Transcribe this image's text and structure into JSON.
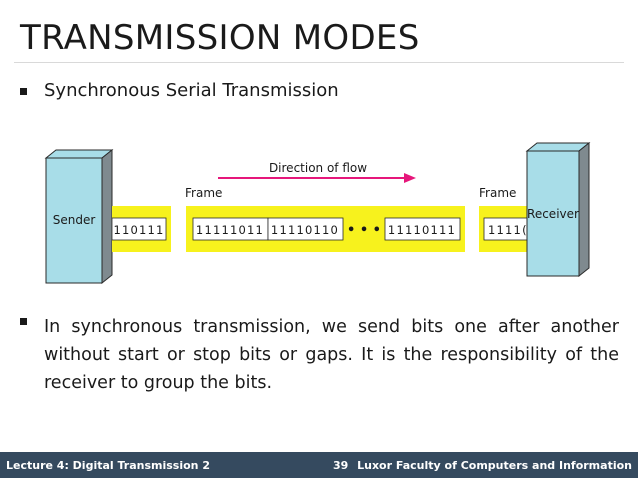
{
  "slide": {
    "title": "TRANSMISSION MODES",
    "bullets": [
      "Synchronous Serial Transmission",
      "In synchronous transmission, we send bits one after another without start or stop bits or gaps. It is the responsibility of the receiver to group the bits."
    ]
  },
  "diagram": {
    "sender_label": "Sender",
    "receiver_label": "Receiver",
    "direction_label": "Direction of flow",
    "frame_label_left": "Frame",
    "frame_label_right": "Frame",
    "left_partial_bits": "110111",
    "frame_bits": [
      "11111011",
      "11110110",
      "11110111"
    ],
    "ellipsis": "• • •",
    "right_partial_bits": "1111(",
    "colors": {
      "device": "#a8dde8",
      "device_shadow": "#7f8a8f",
      "frame": "#f7f21d",
      "arrow": "#e6177b"
    }
  },
  "footer": {
    "lecture": "Lecture 4: Digital Transmission  2",
    "page": "39",
    "institution": "Luxor Faculty of Computers and Information",
    "background": "#354a5f"
  }
}
